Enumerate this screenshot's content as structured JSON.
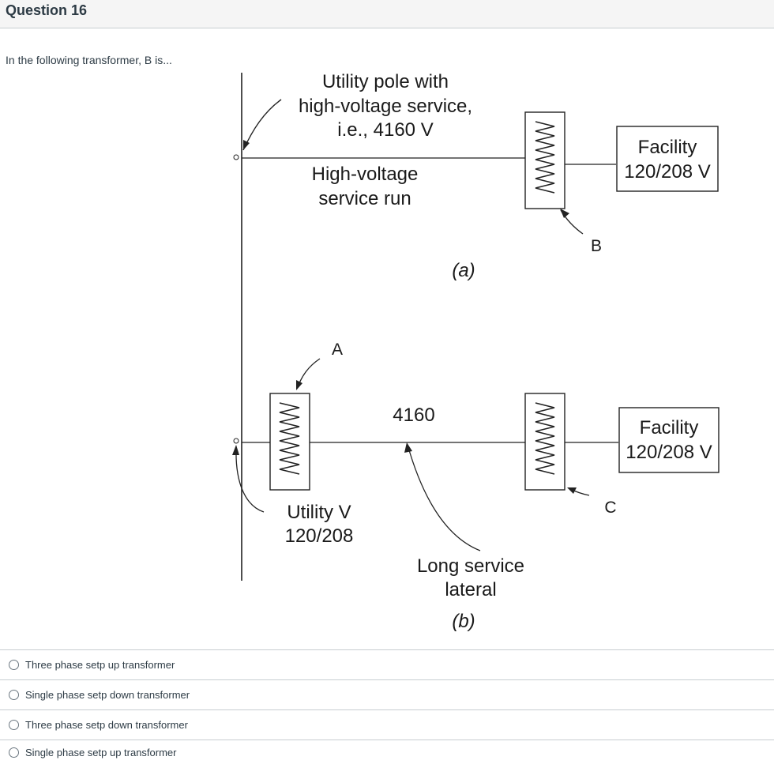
{
  "question": {
    "title": "Question 16",
    "text": "In the following transformer, B is..."
  },
  "diagram": {
    "pole_label_1": "Utility pole with",
    "pole_label_2": "high-voltage service,",
    "pole_label_3": "i.e., 4160 V",
    "hv_run_1": "High-voltage",
    "hv_run_2": "service run",
    "facility_a_1": "Facility",
    "facility_a_2": "120/208 V",
    "label_b": "B",
    "caption_a": "(a)",
    "label_a": "A",
    "voltage_4160": "4160",
    "facility_b_1": "Facility",
    "facility_b_2": "120/208 V",
    "label_c": "C",
    "utility_v_1": "Utility V",
    "utility_v_2": "120/208",
    "lateral_1": "Long service",
    "lateral_2": "lateral",
    "caption_b": "(b)"
  },
  "answers": [
    {
      "label": "Three phase setp up transformer"
    },
    {
      "label": "Single phase setp down transformer"
    },
    {
      "label": "Three phase setp down transformer"
    },
    {
      "label": "Single phase setp up transformer"
    }
  ]
}
